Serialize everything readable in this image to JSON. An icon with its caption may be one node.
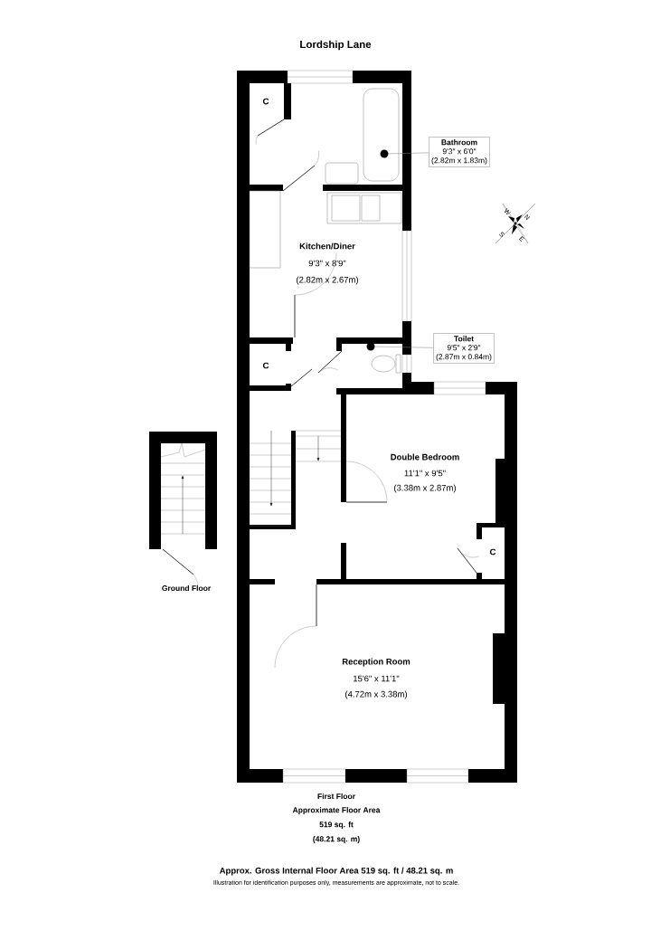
{
  "diagram": {
    "title": "Lordship Lane",
    "caption": "Approx. Gross Internal Floor Area 519 sq. ft / 48.21 sq. m",
    "nodes": [
      {
        "text": [
          "Bathroom",
          "9'3\" x 6'0\"",
          "(2.82m x 1.83m)"
        ]
      },
      {
        "text": [],
        "shape": "circle"
      },
      {
        "text": [
          "Toilet",
          "9'5\" x 2'9\"",
          "(2.87m x 0.84m)"
        ]
      },
      {
        "text": [],
        "shape": "circle"
      }
    ],
    "edges": [
      {
        "from": 0,
        "to": 1,
        "arrow": "none"
      },
      {
        "from": 2,
        "to": 3,
        "arrow": "none"
      }
    ],
    "labels": [
      "C",
      "W",
      "N",
      "S",
      "E",
      "Kitchen/Diner",
      "9'3\" x 8'9\"",
      "(2.82m x 2.67m)",
      "C",
      "Double Bedroom",
      "11'1\" x 9'5\"",
      "(3.38m x 2.87m)",
      "C",
      "Ground Floor",
      "Reception Room",
      "15'6\" x 11'1\"",
      "(4.72m x 3.38m)",
      "First Floor",
      "Approximate Floor Area",
      "519 sq. ft",
      "(48.21 sq. m)",
      "Illustration for identification purposes only, measurements are approximate, not to scale."
    ]
  }
}
